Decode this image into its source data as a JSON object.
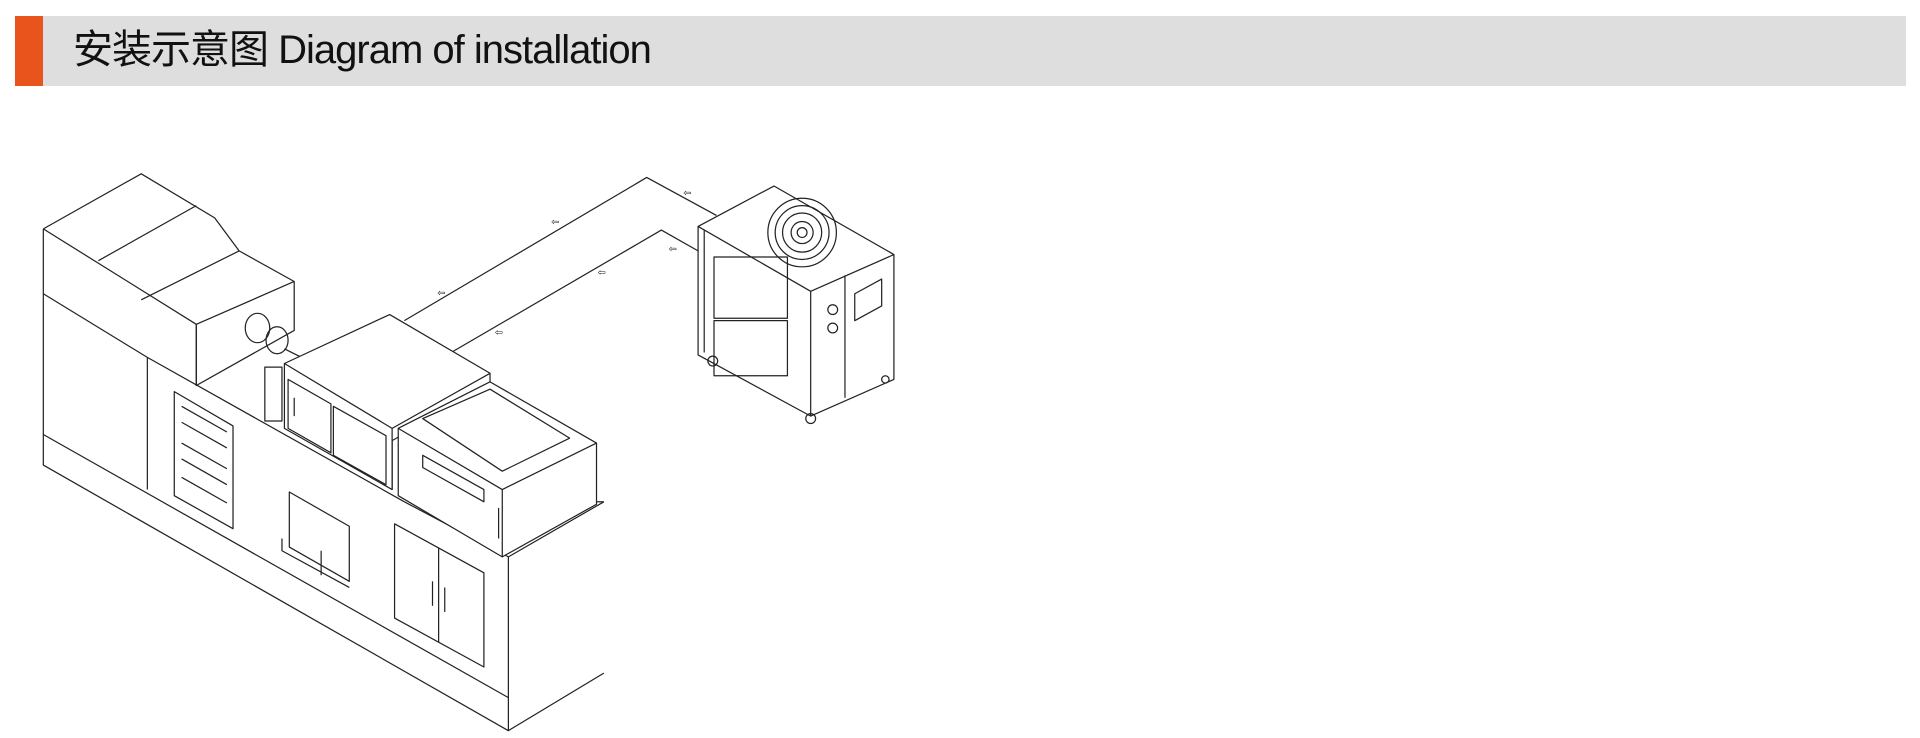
{
  "header": {
    "title": "安装示意图 Diagram of installation",
    "accent_color": "#e8541c",
    "background_color": "#dedede"
  },
  "diagram": {
    "icons": [
      "injection-molding-machine",
      "industrial-chiller",
      "water-pipe",
      "flow-arrow",
      "fan-grille"
    ]
  }
}
